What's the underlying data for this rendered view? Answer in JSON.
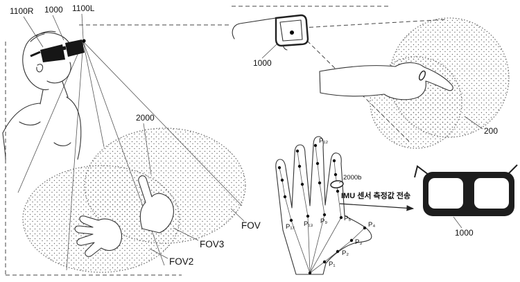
{
  "fig_left": {
    "label_1100R": "1100R",
    "label_1000": "1000",
    "label_1100L": "1100L",
    "label_2000": "2000",
    "label_fov": "FOV",
    "label_fov3": "FOV3",
    "label_fov2": "FOV2"
  },
  "fig_top_right": {
    "label_1000": "1000",
    "label_200": "200"
  },
  "fig_hand": {
    "label_2000b": "2000b",
    "imu_caption": "IMU 센서 측정값 전송",
    "points": [
      {
        "label": "P₁₂"
      },
      {
        "label": "P₁₇"
      },
      {
        "label": "P₁₃"
      },
      {
        "label": "P₉"
      },
      {
        "label": "P₅"
      },
      {
        "label": "P₄"
      },
      {
        "label": "P₃"
      },
      {
        "label": "P₂"
      },
      {
        "label": "P₁"
      }
    ]
  },
  "fig_glasses_front": {
    "label_1000": "1000"
  },
  "colors": {
    "ink": "#1a1a1a",
    "stipple": "#6b6b6b",
    "background": "#ffffff"
  }
}
